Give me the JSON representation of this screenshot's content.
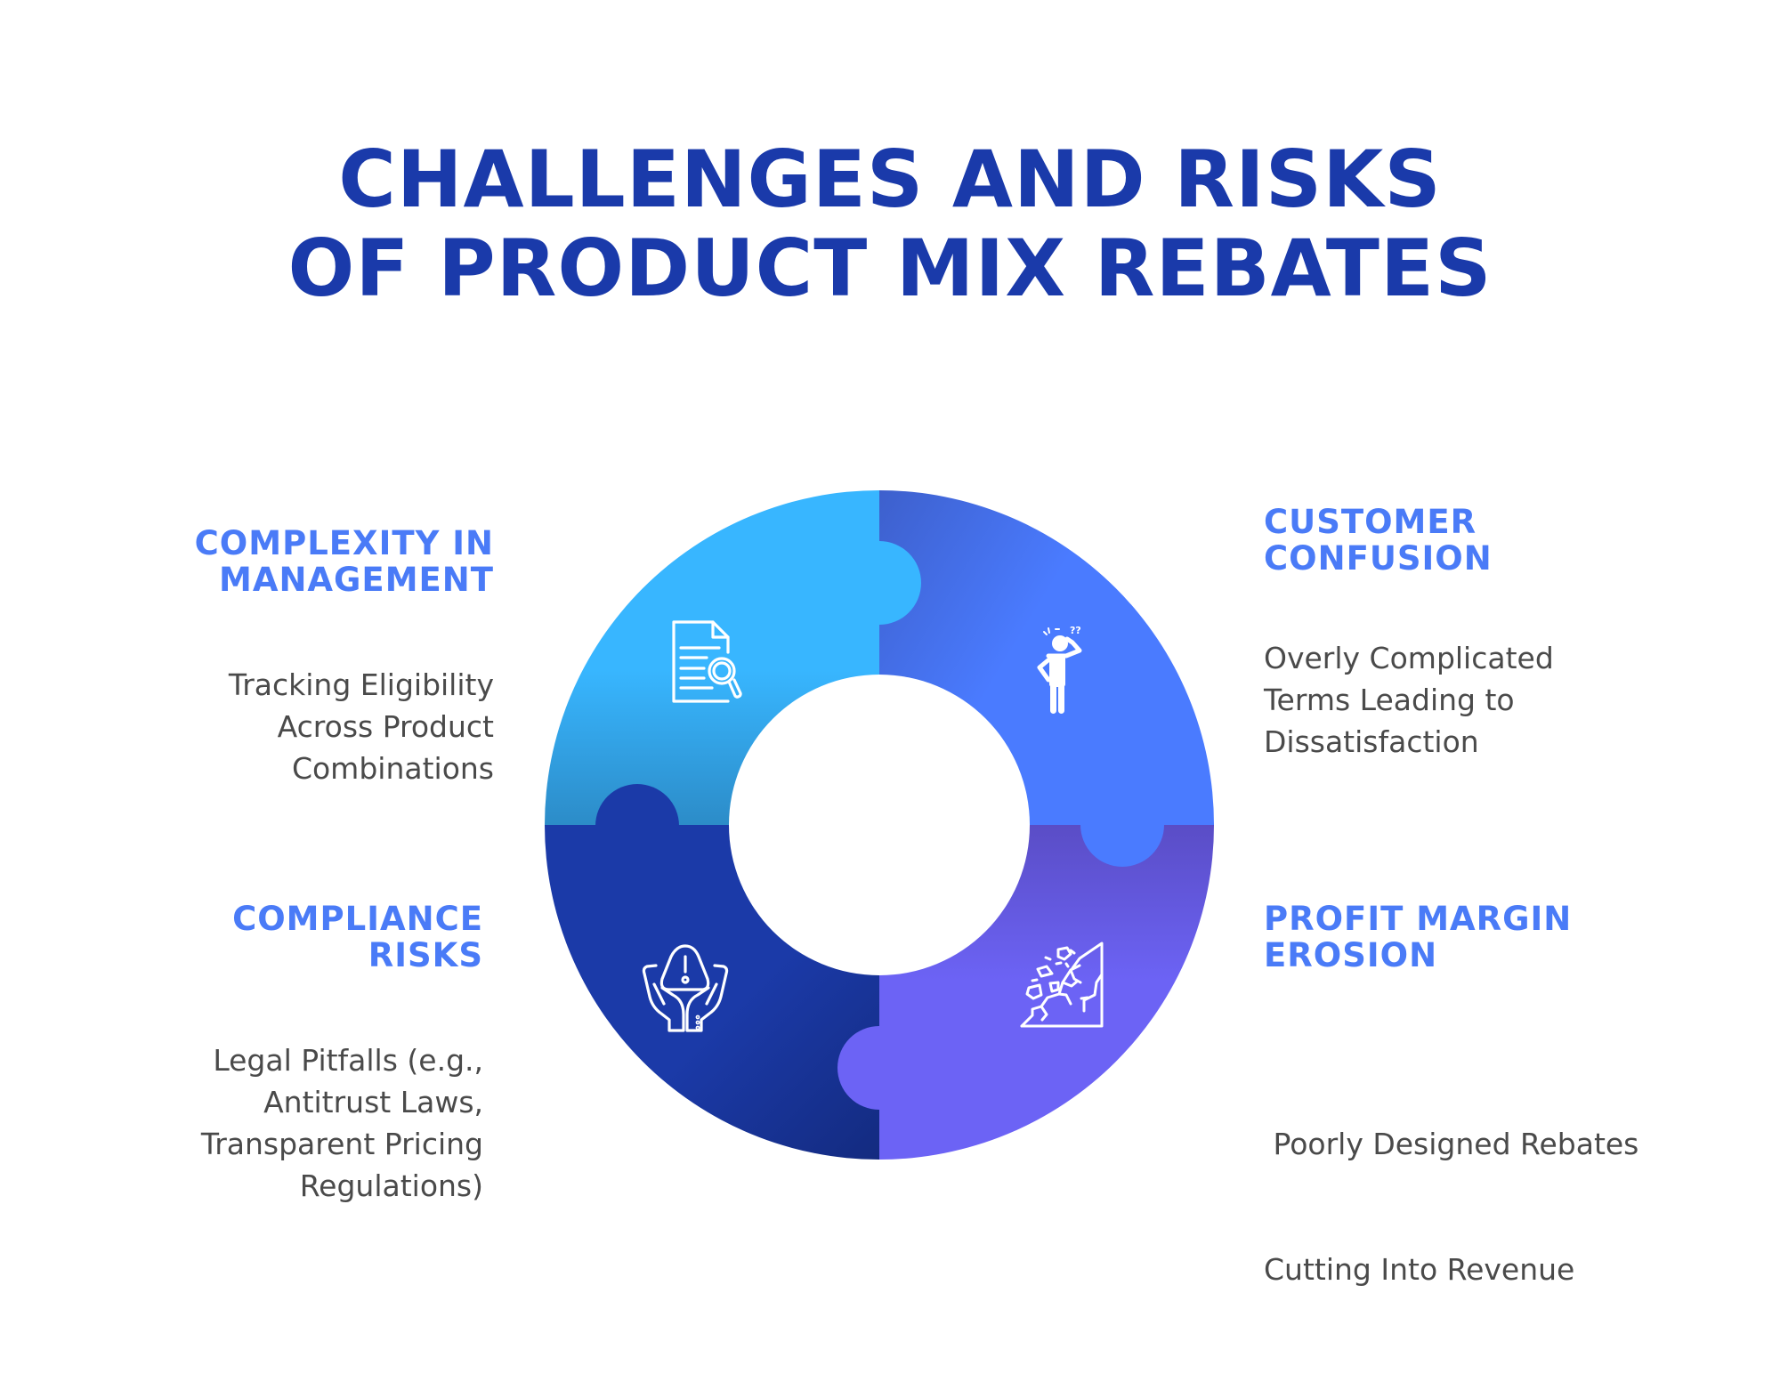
{
  "title": {
    "line1": "CHALLENGES AND RISKS",
    "line2": "OF PRODUCT MIX REBATES",
    "color": "#1A3AAA"
  },
  "heading_color": "#4A7BF7",
  "body_color": "#4A4A4A",
  "challenges": [
    {
      "position": "top-left",
      "heading": [
        "COMPLEXITY IN",
        "MANAGEMENT"
      ],
      "body": [
        "Tracking Eligibility",
        "Across Product",
        "Combinations"
      ],
      "icon": "document-search-icon",
      "segment_color": "#38B6FF"
    },
    {
      "position": "top-right",
      "heading": [
        "CUSTOMER",
        "CONFUSION"
      ],
      "body": [
        "Overly Complicated",
        "Terms Leading to",
        "Dissatisfaction"
      ],
      "icon": "confused-person-icon",
      "segment_color": "#4A7BFF"
    },
    {
      "position": "bottom-left",
      "heading": [
        "COMPLIANCE",
        "RISKS"
      ],
      "body": [
        "Legal Pitfalls (e.g.,",
        "Antitrust Laws,",
        "Transparent Pricing",
        "Regulations)"
      ],
      "icon": "hands-warning-icon",
      "segment_color": "#1B3AA8"
    },
    {
      "position": "bottom-right",
      "heading": [
        "PROFIT MARGIN",
        "EROSION"
      ],
      "body": [
        " Poorly Designed Rebates",
        "Cutting Into Revenue"
      ],
      "icon": "crumbling-cliff-icon",
      "segment_color": "#6C63F5"
    }
  ]
}
